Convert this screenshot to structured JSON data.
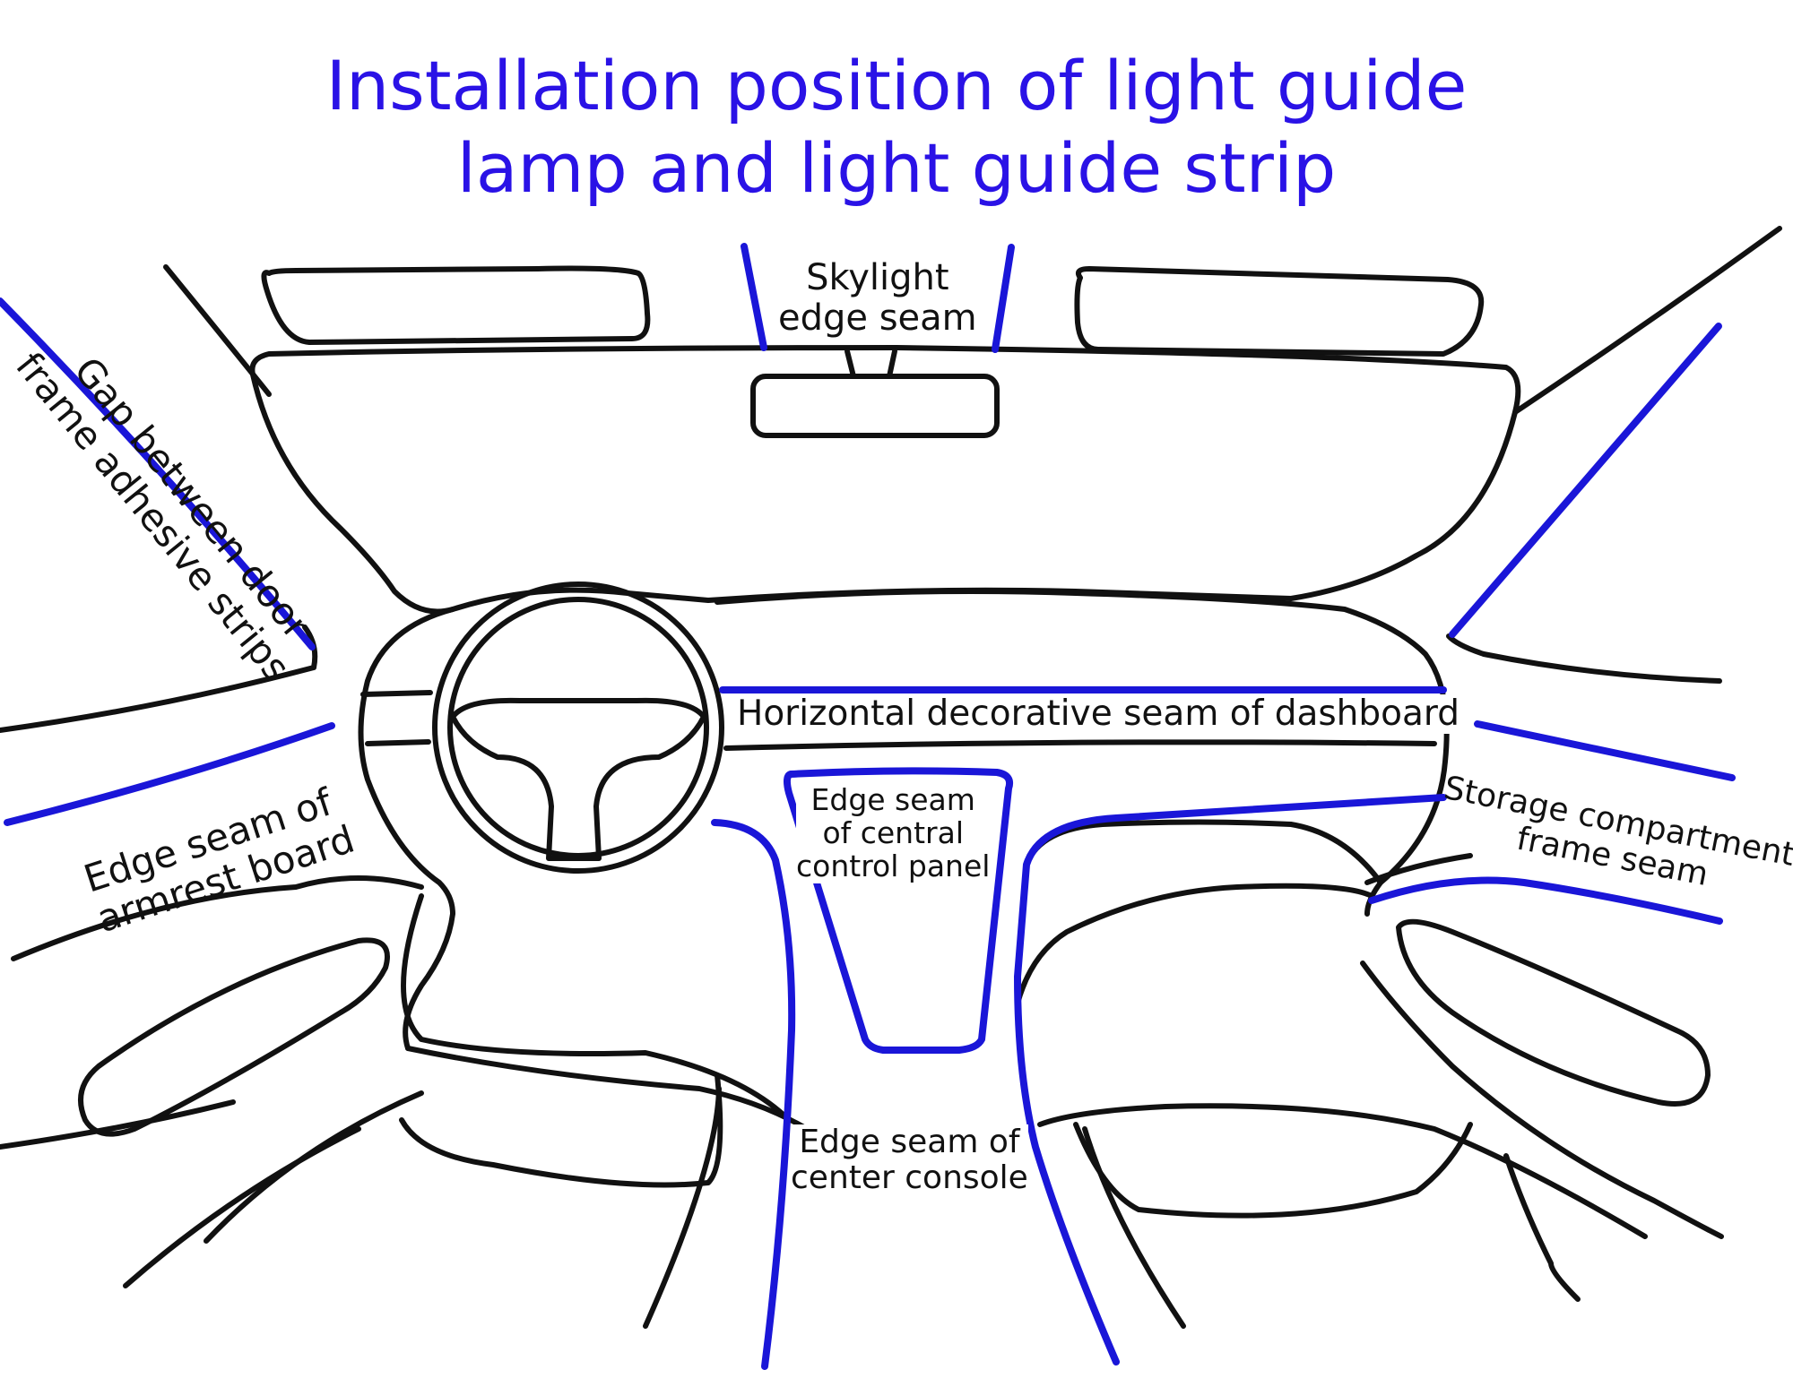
{
  "title": {
    "line1": "Installation position of light guide",
    "line2": "lamp and light guide strip"
  },
  "labels": {
    "skylight": [
      "Skylight",
      "edge seam"
    ],
    "door_frame": [
      "Gap between door",
      "frame adhesive strips"
    ],
    "armrest": [
      "Edge seam of",
      "armrest board"
    ],
    "dashboard": "Horizontal decorative seam of dashboard",
    "central_panel": [
      "Edge seam",
      "of central",
      "control panel"
    ],
    "center_console": [
      "Edge seam of",
      "center console"
    ],
    "storage": [
      "Storage compartment",
      "frame seam"
    ]
  },
  "colors": {
    "title": "#2a12e6",
    "light_strip": "#1a16d8",
    "outline": "#111111"
  }
}
